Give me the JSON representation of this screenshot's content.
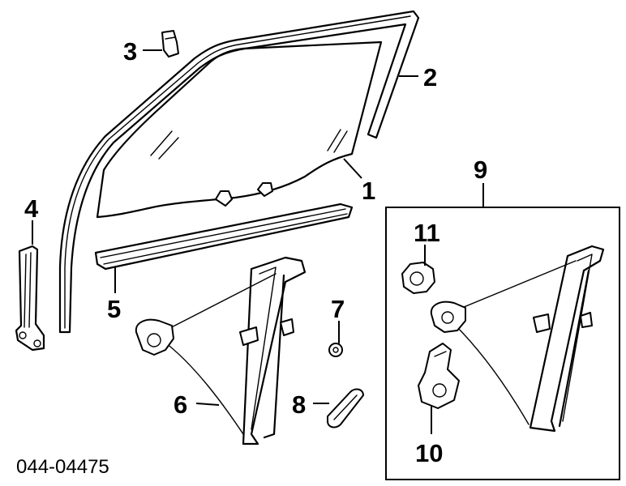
{
  "diagram": {
    "part_code": "044-04475",
    "callouts": {
      "c1": "1",
      "c2": "2",
      "c3": "3",
      "c4": "4",
      "c5": "5",
      "c6": "6",
      "c7": "7",
      "c8": "8",
      "c9": "9",
      "c10": "10",
      "c11": "11"
    }
  }
}
